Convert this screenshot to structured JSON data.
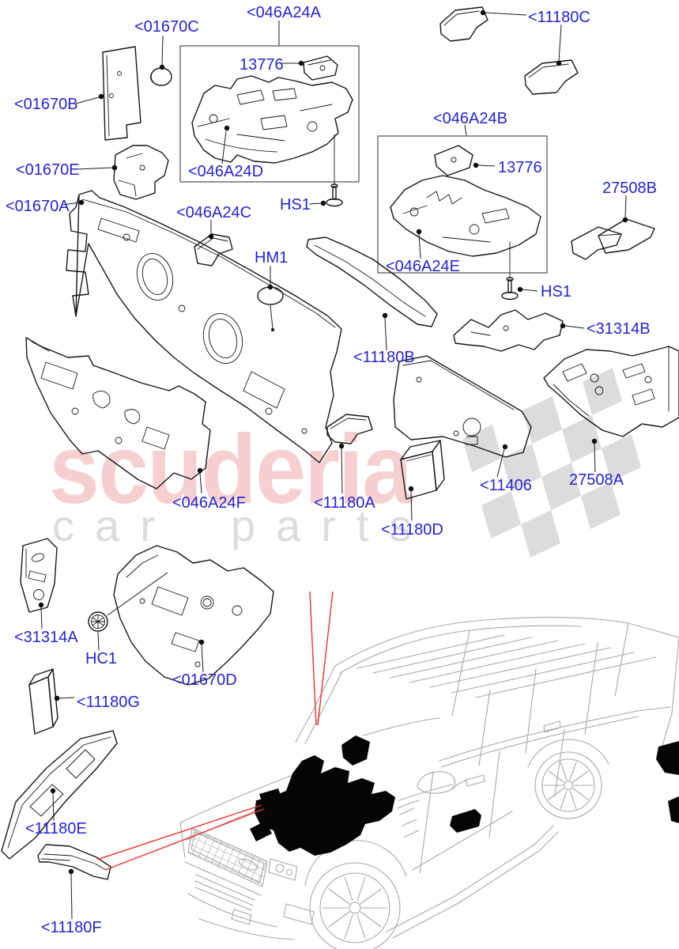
{
  "page": {
    "kind": "parts-catalog-exploded-diagram",
    "subject": "Soundproofing insulation",
    "background_color": "#ffffff"
  },
  "palette": {
    "label_blue": "#2424d2",
    "line_black": "#161616",
    "vehicle_gray": "#a8a8a8",
    "highlight_red": "#f03030",
    "watermark_pink": "#f6d0d0",
    "watermark_gray": "#dcdcdc",
    "flag_gray": "#dcdcdc"
  },
  "watermark": {
    "brand": "scuderia",
    "tagline_word1": "car",
    "tagline_word2": "parts"
  },
  "callouts": {
    "c01670C": "<01670C",
    "c046A24A": "<046A24A",
    "c11180C": "<11180C",
    "c13776a": "13776",
    "c01670B": "<01670B",
    "c046A24B": "<046A24B",
    "c13776b": "13776",
    "c01670E": "<01670E",
    "c046A24D": "<046A24D",
    "c27508B": "27508B",
    "c01670A": "<01670A",
    "c046A24C": "<046A24C",
    "hs1a": "HS1",
    "hm1": "HM1",
    "c046A24E": "<046A24E",
    "hs1b": "HS1",
    "c31314B": "<31314B",
    "c11180B": "<11180B",
    "c046A24F": "<046A24F",
    "c11180A": "<11180A",
    "c11406": "<11406",
    "c27508A": "27508A",
    "c11180D": "<11180D",
    "c31314A": "<31314A",
    "hc1": "HC1",
    "c01670D": "<01670D",
    "c11180G": "<11180G",
    "c11180E": "<11180E",
    "c11180F": "<11180F"
  }
}
